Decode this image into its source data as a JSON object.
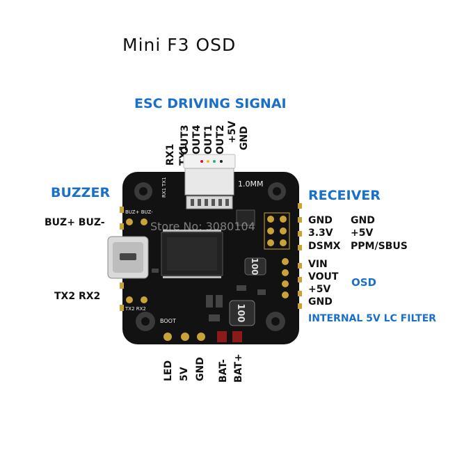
{
  "title": "Mini  F3  OSD",
  "esc_heading": "ESC DRIVING SIGNAI",
  "buzzer_heading": "BUZZER",
  "receiver_heading": "RECEIVER",
  "osd_heading": "OSD",
  "filter_heading": "INTERNAL 5V LC FILTER",
  "top_pins": [
    "RX1",
    "TX1",
    "OUT3",
    "OUT4",
    "OUT1",
    "OUT2",
    "+5V",
    "GND"
  ],
  "left_labels": {
    "buzzer": "BUZ+  BUZ-",
    "uart": "TX2  RX2"
  },
  "receiver_left": [
    "GND",
    "3.3V",
    "DSMX"
  ],
  "receiver_right": [
    "GND",
    "+5V",
    "PPM/SBUS"
  ],
  "osd_pins": [
    "VIN",
    "VOUT",
    "+5V",
    "GND"
  ],
  "bottom_pins": [
    "LED",
    "5V",
    "GND",
    "BAT-",
    "BAT+"
  ],
  "board": {
    "silk_connector": "1.0MM",
    "silk_boot": "BOOT",
    "silk_buz": "BUZ+ BUZ-",
    "silk_tx2rx2": "TX2  RX2",
    "silk_rx1": "RX1",
    "silk_tx1": "TX1",
    "inductor_large": "100",
    "inductor_small": "100",
    "watermark": "Store No: 3080104"
  },
  "colors": {
    "accent": "#1a6fc9",
    "board": "#121212",
    "pad": "#c9a23a"
  }
}
